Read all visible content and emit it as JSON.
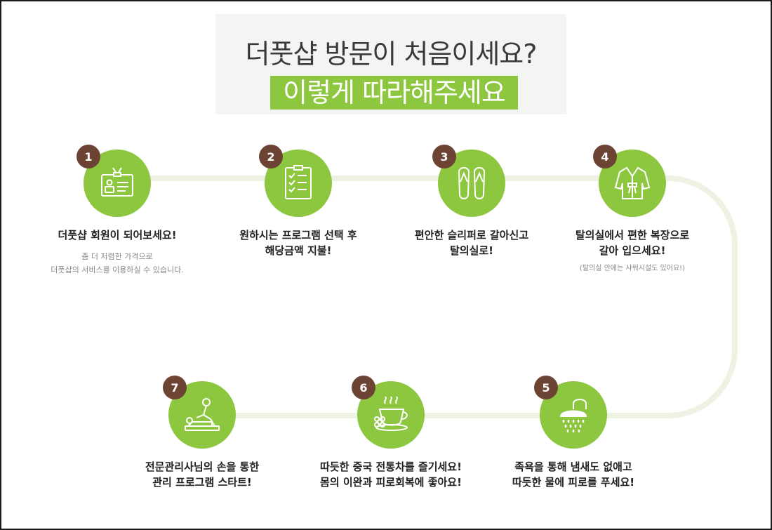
{
  "header": {
    "title_line1": "더풋샵 방문이 처음이세요?",
    "title_line2": "이렇게 따라해주세요"
  },
  "colors": {
    "accent": "#8dc63f",
    "badge": "#6d4433",
    "track": "#eef2e2"
  },
  "steps": [
    {
      "number": "1",
      "icon": "id-card-icon",
      "label_line1": "더풋샵 회원이 되어보세요!",
      "label_line2": "",
      "sub_line1": "좀 더 저렴한 가격으로",
      "sub_line2": "더풋샵의 서비스를 이용하실 수 있습니다."
    },
    {
      "number": "2",
      "icon": "checklist-icon",
      "label_line1": "원하시는 프로그램 선택 후",
      "label_line2": "해당금액 지불!",
      "sub_line1": "",
      "sub_line2": ""
    },
    {
      "number": "3",
      "icon": "slippers-icon",
      "label_line1": "편안한 슬리퍼로 갈아신고",
      "label_line2": "탈의실로!",
      "sub_line1": "",
      "sub_line2": ""
    },
    {
      "number": "4",
      "icon": "robe-icon",
      "label_line1": "탈의실에서 편한 복장으로",
      "label_line2": "갈아 입으세요!",
      "sub_line1": "(탈의실 안에는 샤워시설도 있어요!)",
      "sub_line2": ""
    },
    {
      "number": "5",
      "icon": "shower-icon",
      "label_line1": "족욕을 통해 냄새도 없애고",
      "label_line2": "따듯한 물에 피로를 푸세요!",
      "sub_line1": "",
      "sub_line2": ""
    },
    {
      "number": "6",
      "icon": "tea-cup-icon",
      "label_line1": "따듯한 중국 전통차를 즐기세요!",
      "label_line2": "몸의 이완과 피로회복에 좋아요!",
      "sub_line1": "",
      "sub_line2": ""
    },
    {
      "number": "7",
      "icon": "massage-icon",
      "label_line1": "전문관리사님의 손을 통한",
      "label_line2": "관리 프로그램 스타트!",
      "sub_line1": "",
      "sub_line2": ""
    }
  ]
}
